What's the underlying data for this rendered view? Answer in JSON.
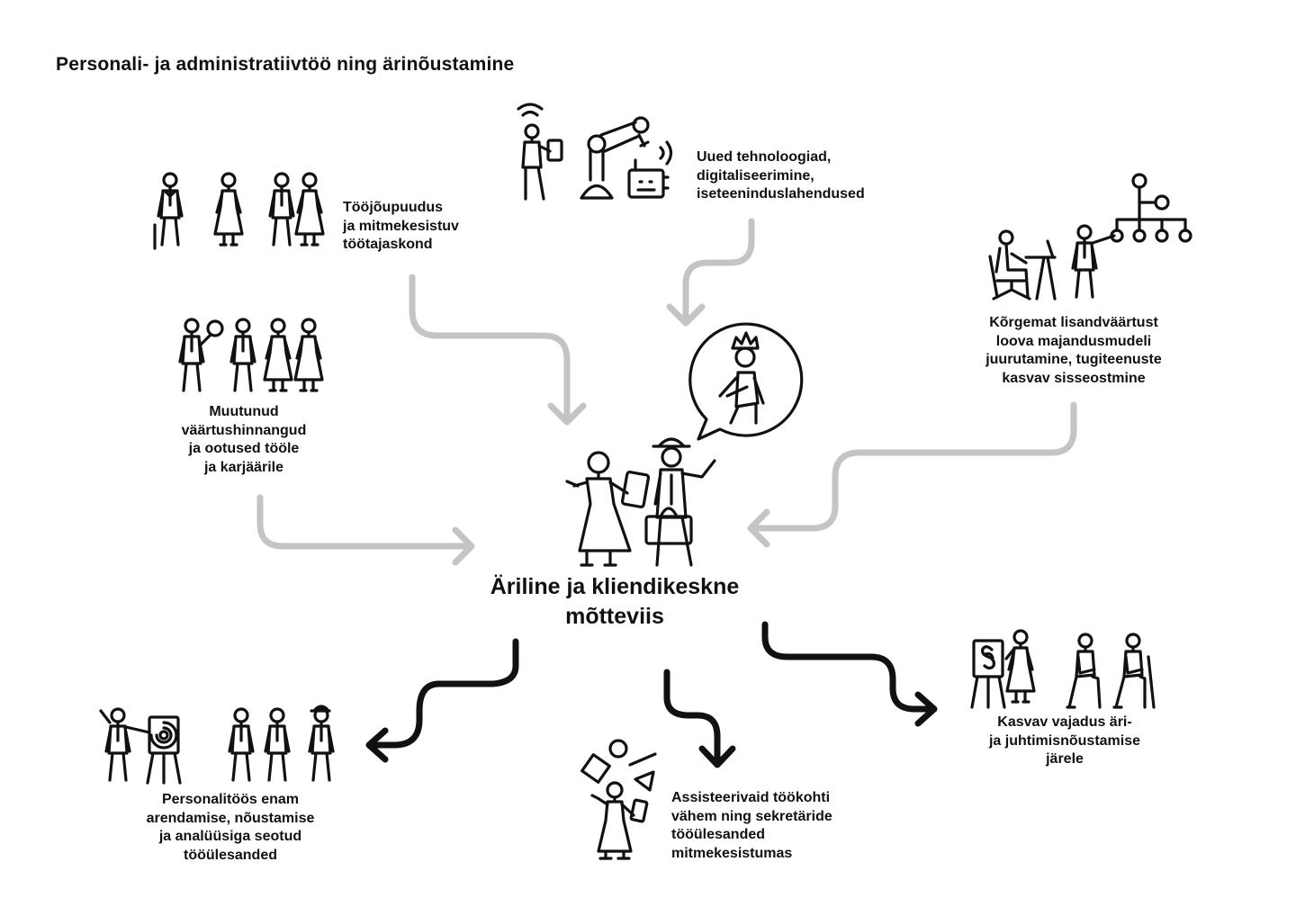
{
  "title": "Personali- ja administratiivtöö ning ärinõustamine",
  "hub": {
    "lines": [
      "Äriline ja kliendikeskne",
      "mõtteviis"
    ]
  },
  "inputs": {
    "workforce": {
      "lines": [
        "Tööjõupuudus",
        "ja mitmekesistuv",
        "töötajaskond"
      ]
    },
    "technology": {
      "lines": [
        "Uued tehnoloogiad,",
        "digitaliseerimine,",
        "iseteeninduslahendused"
      ]
    },
    "values": {
      "lines": [
        "Muutunud",
        "väärtushinnangud",
        "ja ootused tööle",
        "ja karjäärile"
      ]
    },
    "business_model": {
      "lines": [
        "Kõrgemat lisandväärtust",
        "loova majandusmudeli",
        "juurutamine, tugiteenuste",
        "kasvav sisseostmine"
      ]
    }
  },
  "outputs": {
    "hr_work": {
      "lines": [
        "Personalitöös enam",
        "arendamise, nõustamise",
        "ja analüüsiga seotud",
        "tööülesanded"
      ]
    },
    "assistant_jobs": {
      "lines": [
        "Assisteerivaid töökohti",
        "vähem ning sekretäride",
        "tööülesanded",
        "mitmekesistumas"
      ]
    },
    "consulting": {
      "lines": [
        "Kasvav vajadus äri-",
        "ja juhtimisnõustamise",
        "järele"
      ]
    }
  },
  "icon_names": [
    "workforce-people-icon",
    "robot-technology-icon",
    "values-people-icon",
    "org-chart-office-icon",
    "customer-king-bubble-icon",
    "businesspeople-icon",
    "hr-presentation-icon",
    "juggling-assistant-icon",
    "legal-consulting-icon"
  ],
  "colors": {
    "text": "#111111",
    "input_arrow": "#c4c4c4",
    "output_arrow": "#111111",
    "background": "#ffffff"
  }
}
